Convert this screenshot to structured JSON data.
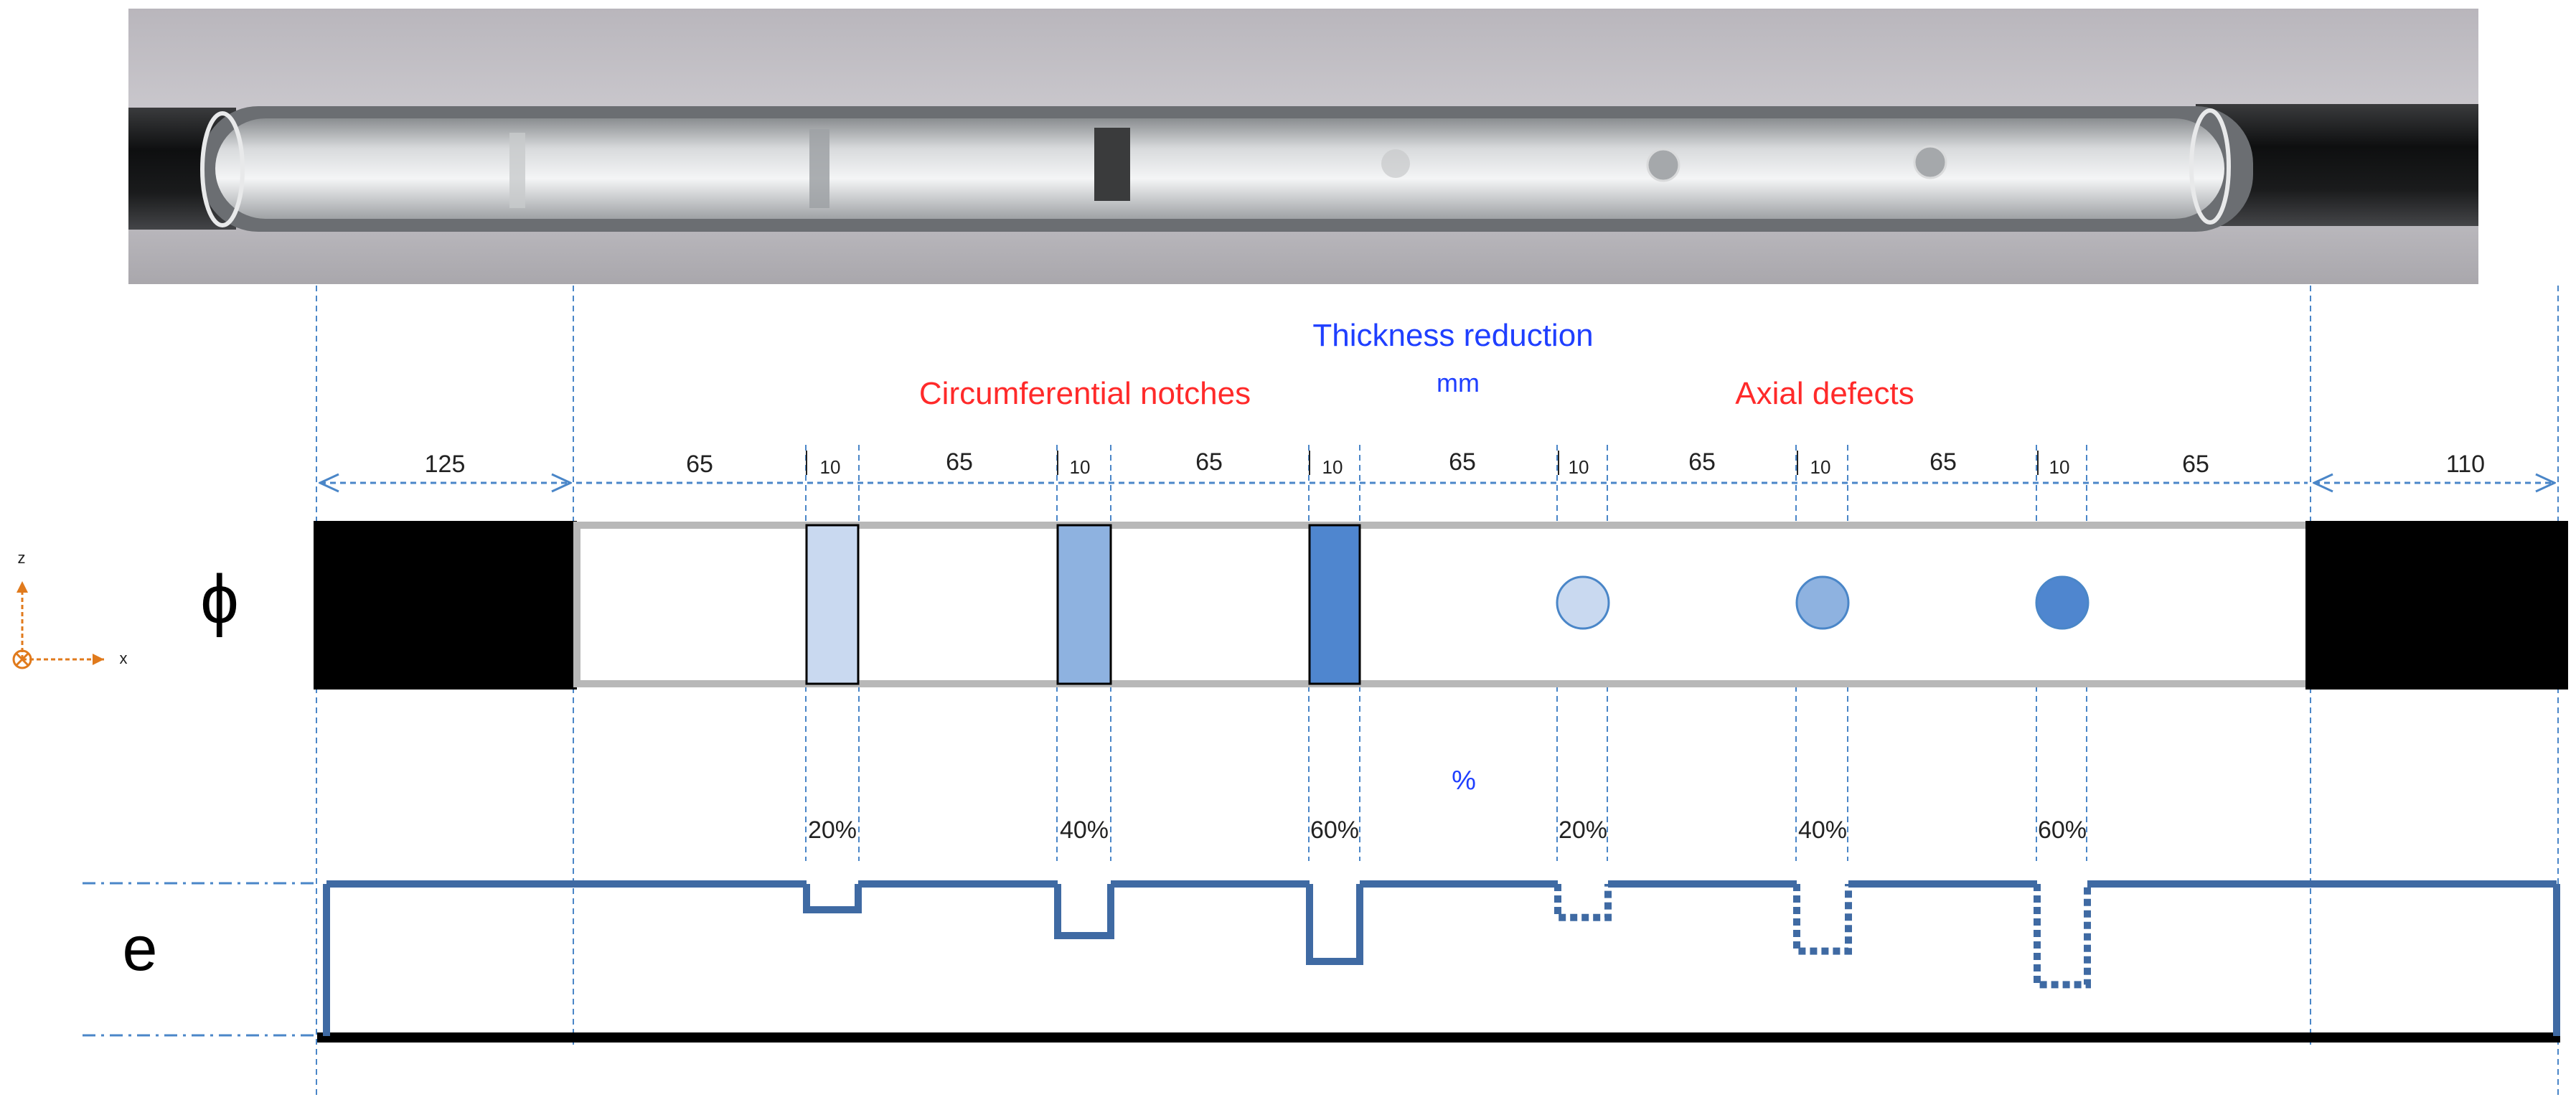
{
  "header": {
    "title": "Thickness reduction",
    "unit_mm": "mm",
    "unit_percent": "%"
  },
  "groups": {
    "circumferential": "Circumferential notches",
    "axial": "Axial defects"
  },
  "dimensions": {
    "left_end": "125",
    "right_end": "110",
    "segments": [
      "65",
      "10",
      "65",
      "10",
      "65",
      "10",
      "65",
      "10",
      "65",
      "10",
      "65",
      "10",
      "65"
    ]
  },
  "defects": [
    {
      "type": "notch",
      "percent": "20%",
      "reduction": 0.2,
      "color": "#c9d9f0"
    },
    {
      "type": "notch",
      "percent": "40%",
      "reduction": 0.4,
      "color": "#8eb2e0"
    },
    {
      "type": "notch",
      "percent": "60%",
      "reduction": 0.6,
      "color": "#4f86cf"
    },
    {
      "type": "hole",
      "percent": "20%",
      "reduction": 0.2,
      "color": "#c9d9f0"
    },
    {
      "type": "hole",
      "percent": "40%",
      "reduction": 0.4,
      "color": "#8eb2e0"
    },
    {
      "type": "hole",
      "percent": "60%",
      "reduction": 0.6,
      "color": "#4f86cf"
    }
  ],
  "row_labels": {
    "phi": "ϕ",
    "e": "e"
  },
  "axes": {
    "z": "z",
    "x": "x"
  },
  "colors": {
    "accent_blue": "#1f3fff",
    "accent_red": "#ff2a2a",
    "dim_line": "#4a86c8",
    "profile": "#3f6aa3",
    "axis_orange": "#e07a1c"
  },
  "photo": {
    "description_icon": "pipe-photo"
  }
}
